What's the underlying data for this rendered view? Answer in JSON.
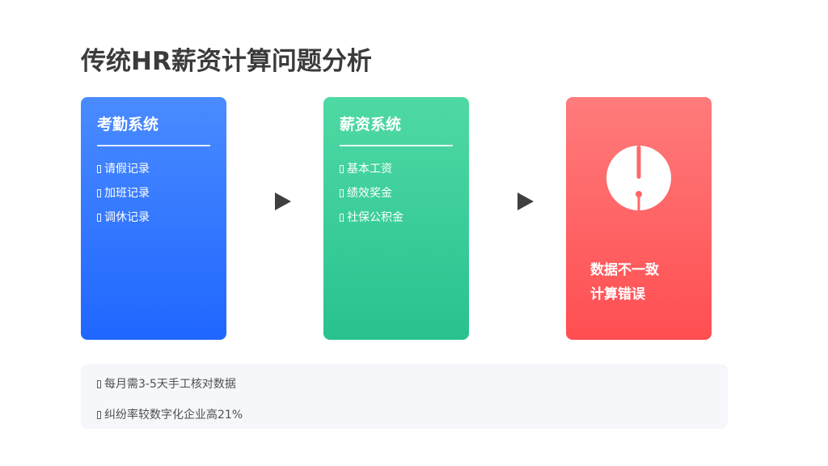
{
  "title": "传统HR薪资计算问题分析",
  "cards": {
    "attendance": {
      "title": "考勤系统",
      "items": [
        "请假记录",
        "加班记录",
        "调休记录"
      ]
    },
    "payroll": {
      "title": "薪资系统",
      "items": [
        "基本工资",
        "绩效奖金",
        "社保公积金"
      ]
    },
    "issue": {
      "icon": "exclamation-icon",
      "lines": [
        "数据不一致",
        "计算错误"
      ]
    }
  },
  "notes": [
    "每月需3-5天手工核对数据",
    "纠纷率较数字化企业高21%"
  ],
  "colors": {
    "title": "#3b3b3b",
    "blue_top": "#4a8bff",
    "blue_bottom": "#1f66ff",
    "green_top": "#4fd9a4",
    "green_bottom": "#28c28f",
    "red_top": "#ff7b7b",
    "red_bottom": "#ff4e51",
    "arrow": "#3f3f3f",
    "footer_bg": "#f5f7fa"
  }
}
